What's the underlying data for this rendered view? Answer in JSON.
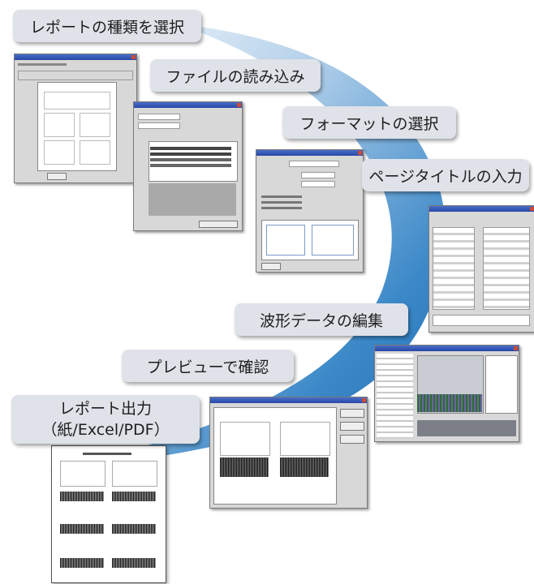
{
  "steps": [
    {
      "label": "レポートの種類を選択"
    },
    {
      "label": "ファイルの読み込み"
    },
    {
      "label": "フォーマットの選択"
    },
    {
      "label": "ページタイトルの入力"
    },
    {
      "label": "波形データの編集"
    },
    {
      "label": "プレビューで確認"
    },
    {
      "label": "レポート出力",
      "sublabel": "（紙/Excel/PDF）"
    }
  ],
  "colors": {
    "arc_light": "#ffffff",
    "arc_dark": "#1f6fb3",
    "box_fill": "#dfe2e8"
  }
}
